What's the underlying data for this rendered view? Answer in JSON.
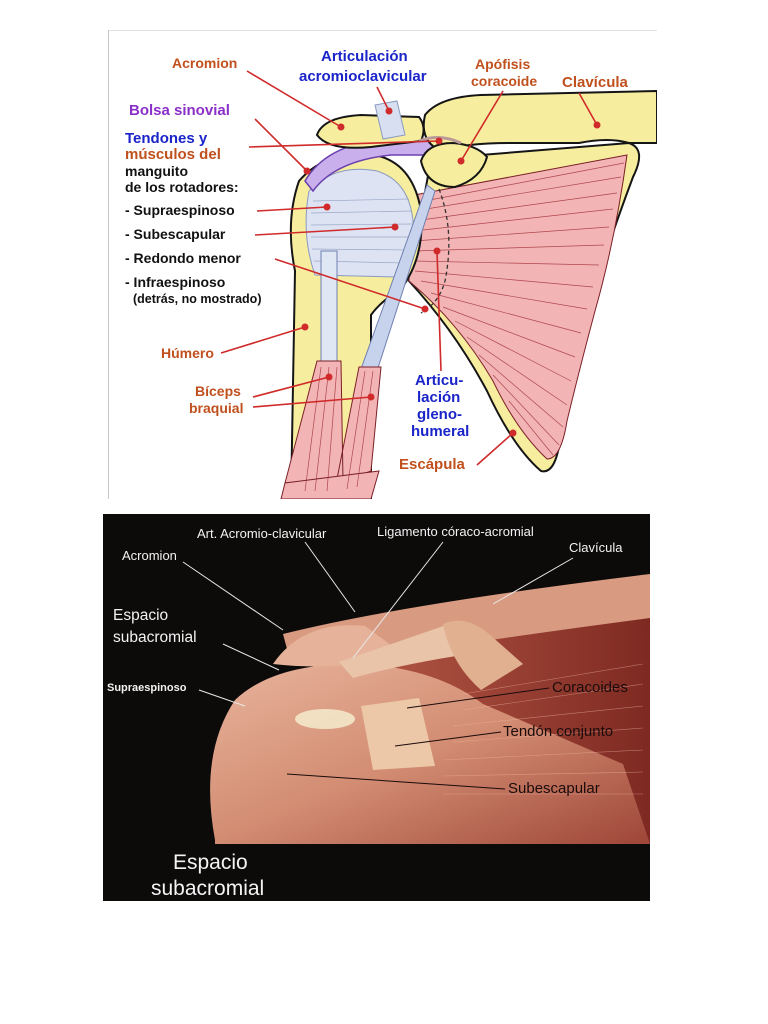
{
  "diagram1": {
    "acromion": "Acromion",
    "art_ac_1": "Articulación",
    "art_ac_2": "acromioclavicular",
    "apofisis_1": "Apófisis",
    "apofisis_2": "coracoide",
    "clavicula": "Clavícula",
    "bolsa": "Bolsa sinovial",
    "tendones_1": "Tendones y",
    "tendones_2": "músculos del",
    "manguito_1": "manguito",
    "manguito_2": "de los rotadores:",
    "supraespinoso": "- Supraespinoso",
    "subescapular": "- Subescapular",
    "redondo": "- Redondo menor",
    "infraespinoso": "- Infraespinoso",
    "infra_note": "(detrás, no mostrado)",
    "humero": "Húmero",
    "biceps_1": "Bíceps",
    "biceps_2": "braquial",
    "gleno_1": "Articu-",
    "gleno_2": "lación",
    "gleno_3": "gleno-",
    "gleno_4": "humeral",
    "escapula": "Escápula"
  },
  "photo2": {
    "art_ac": "Art. Acromio-clavicular",
    "ligamento": "Ligamento córaco-acromial",
    "clavicula": "Clavícula",
    "acromion": "Acromion",
    "espacio_1": "Espacio",
    "espacio_2": "subacromial",
    "supraespinoso": "Supraespinoso",
    "coracoides": "Coracoides",
    "tendon": "Tendón conjunto",
    "subescapular": "Subescapular",
    "caption_1": "Espacio",
    "caption_2": "subacromial"
  },
  "colors": {
    "orange_label": "#c0501d",
    "blue_label": "#1a24c8",
    "purple_label": "#8b2fc9",
    "bone": "#f6ee9e",
    "muscle": "#f2b4b4",
    "leader": "#d02a2a"
  }
}
